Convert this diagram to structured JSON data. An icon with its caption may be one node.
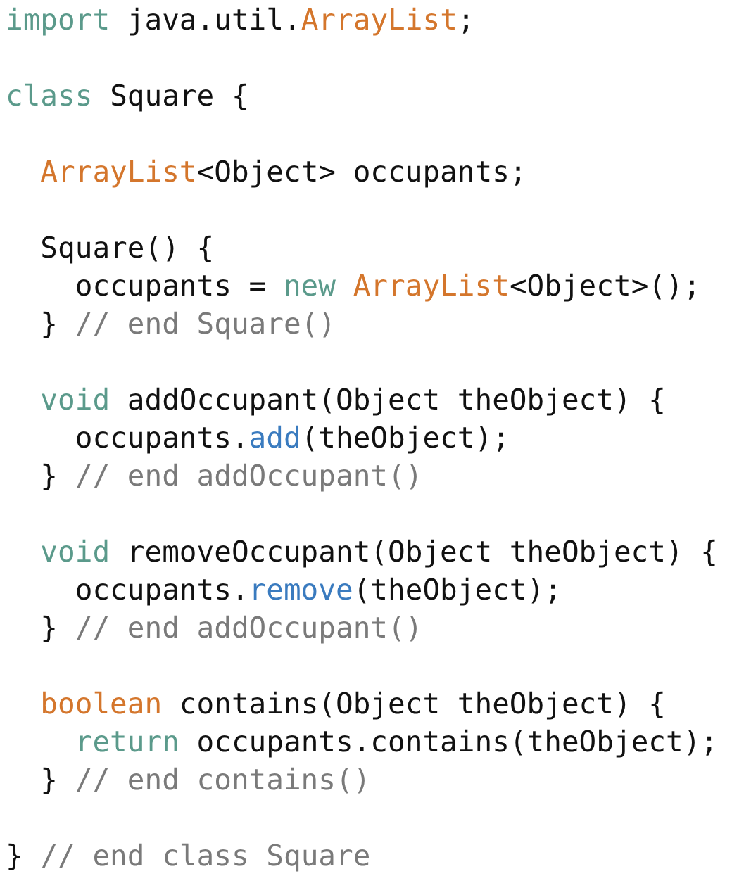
{
  "diagram": {
    "labels": [
      "import",
      "java.util.",
      "ArrayList",
      ";",
      "class",
      "Square {",
      "ArrayList",
      "<Object> occupants;",
      "Square() {",
      "occupants =",
      "new",
      "ArrayList",
      "<Object>();",
      "}",
      "// end Square()",
      "void",
      "addOccupant(Object theObject) {",
      "occupants.",
      "add",
      "(theObject);",
      "}",
      "// end addOccupant()",
      "void",
      "removeOccupant(Object theObject) {",
      "occupants.",
      "remove",
      "(theObject);",
      "}",
      "// end addOccupant()",
      "boolean",
      "contains(Object theObject) {",
      "return",
      "occupants.contains(theObject);",
      "}",
      "// end contains()",
      "}",
      "// end class Square"
    ]
  }
}
